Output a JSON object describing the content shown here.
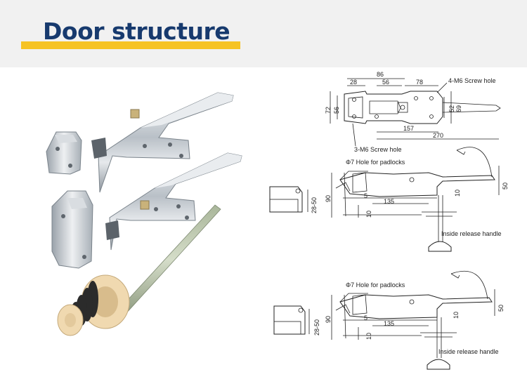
{
  "header": {
    "title": "Door structure",
    "accent_color": "#f6c324",
    "title_color": "#173a6e"
  },
  "drawings": {
    "top": {
      "dims": {
        "d86": "86",
        "d28": "28",
        "d56": "56",
        "d78": "78",
        "d72": "72",
        "d56v": "56",
        "d52": "52",
        "d69": "69",
        "d157": "157",
        "d270": "270"
      },
      "screw_hole_4": "4-M6 Screw hole",
      "screw_hole_3": "3-M6 Screw hole"
    },
    "side1": {
      "padlock": "Φ7 Hole for padlocks",
      "dims": {
        "d90": "90",
        "d5": "5",
        "d10a": "10",
        "d135": "135",
        "d10b": "10",
        "d50": "50",
        "d28_50": "28-50"
      },
      "release": "Inside release handle"
    },
    "side2": {
      "padlock": "Φ7 Hole for padlocks",
      "dims": {
        "d90": "90",
        "d5": "5",
        "d10a": "10",
        "d135": "135",
        "d10b": "10",
        "d50": "50",
        "d28_50": "28-50"
      },
      "release": "Inside release handle"
    }
  }
}
